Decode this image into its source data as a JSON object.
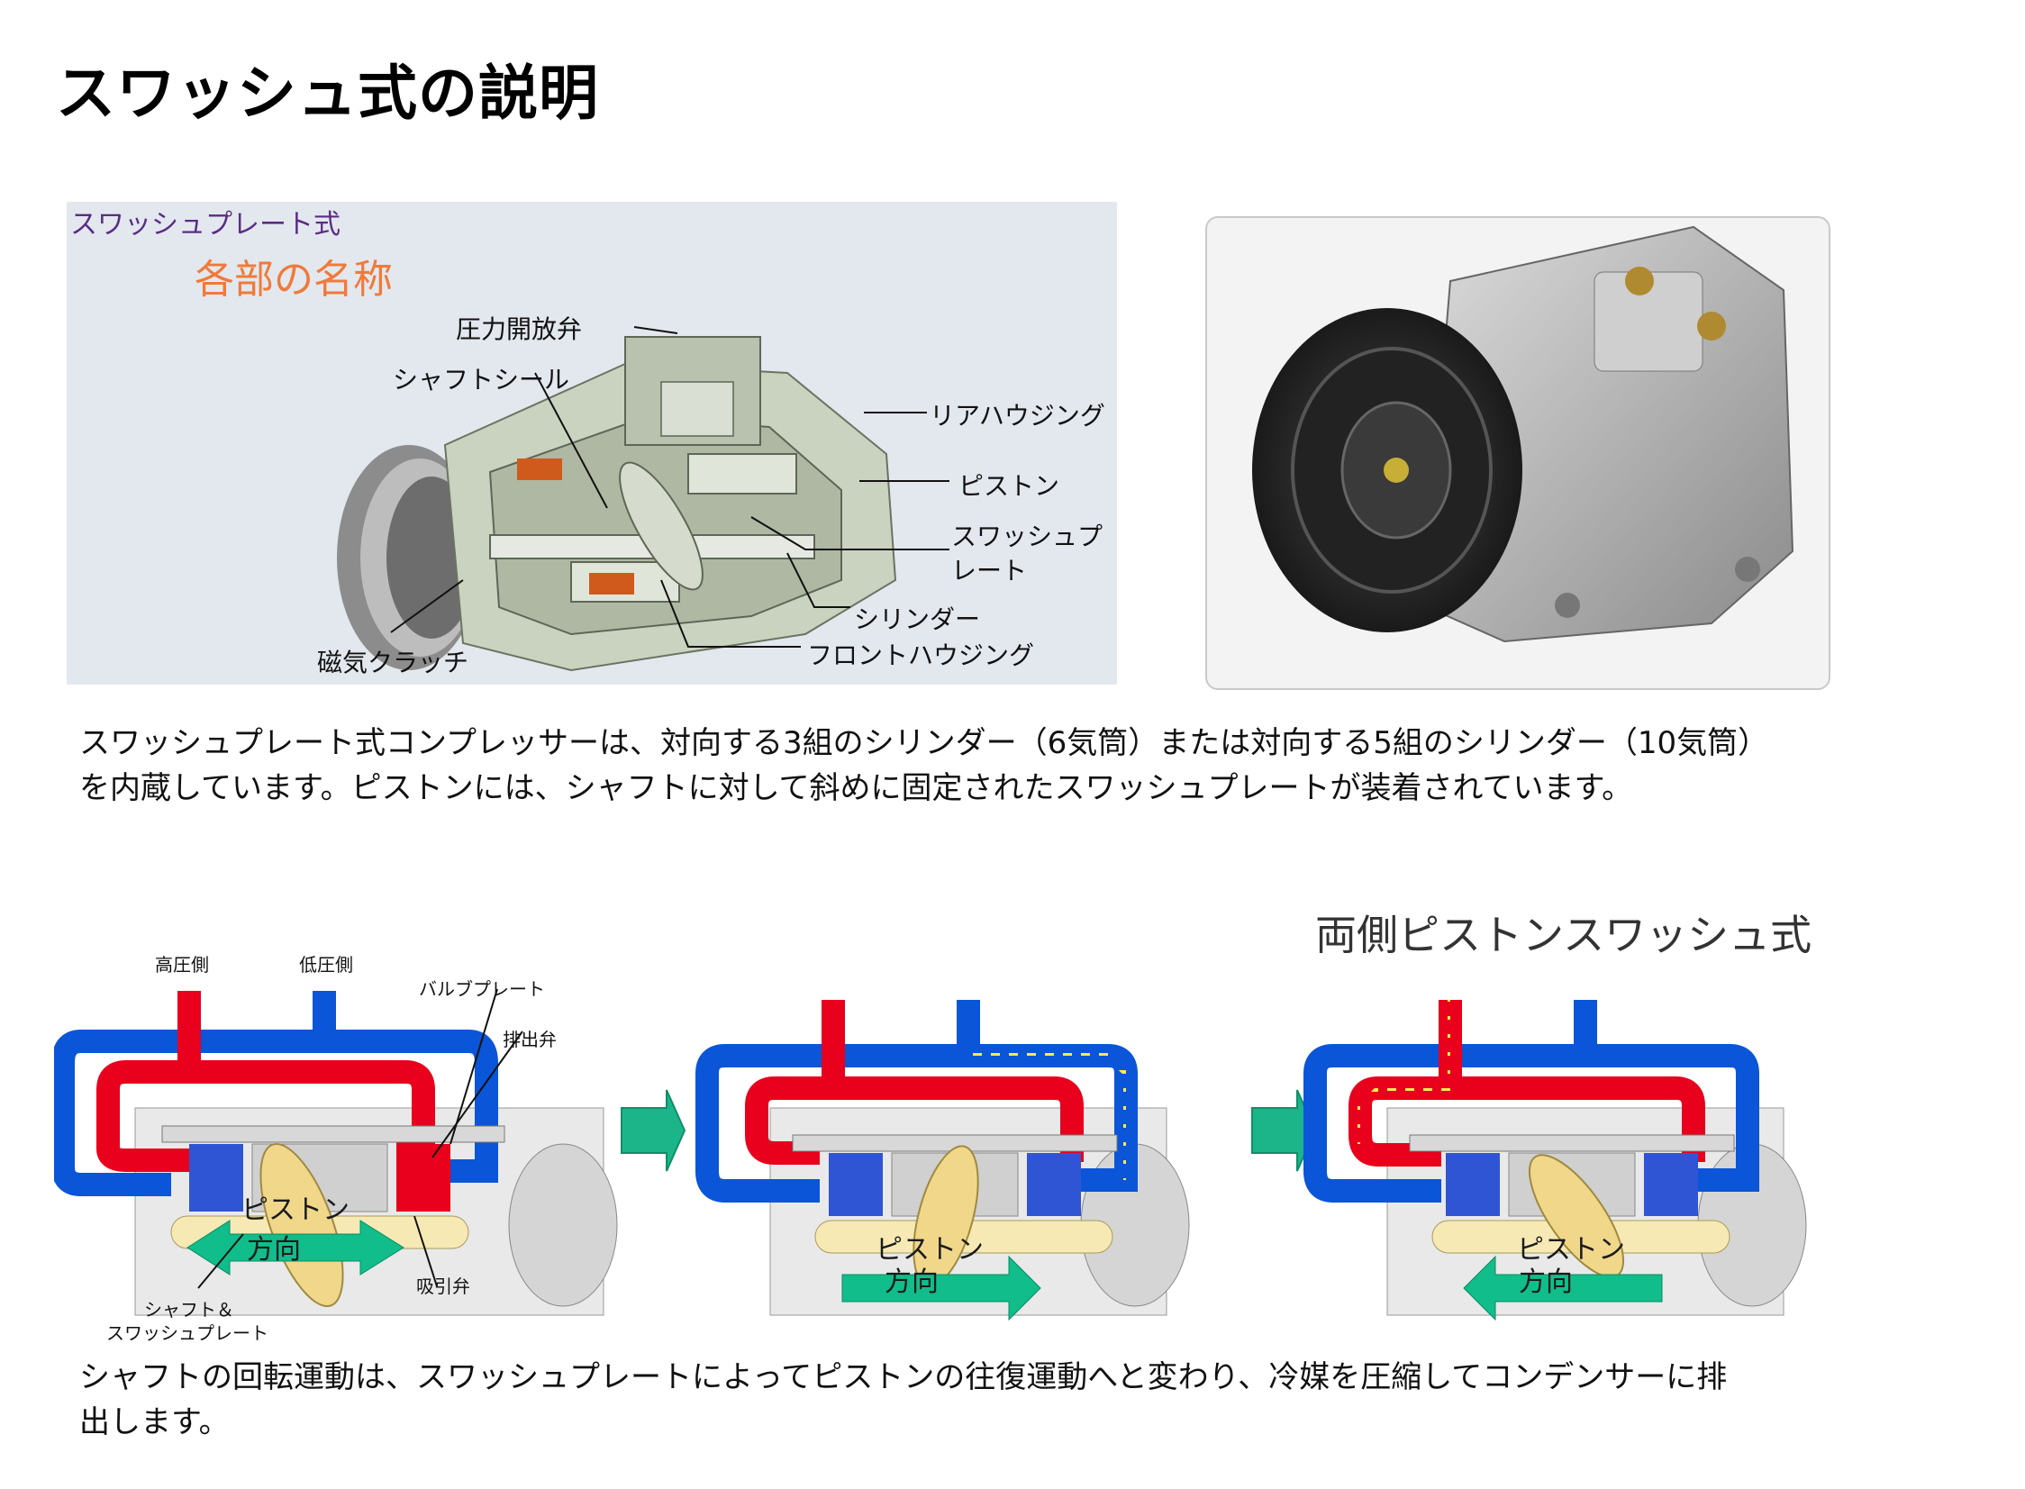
{
  "title": "スワッシュ式の説明",
  "cutaway": {
    "heading": "スワッシュプレート式",
    "subheading": "各部の名称",
    "labels": {
      "pressure_relief_valve": "圧力開放弁",
      "shaft_seal": "シャフトシール",
      "rear_housing": "リアハウジング",
      "piston": "ピストン",
      "swash_plate_line1": "スワッシュプ",
      "swash_plate_line2": "レート",
      "cylinder": "シリンダー",
      "front_housing": "フロントハウジング",
      "magnetic_clutch": "磁気クラッチ"
    }
  },
  "paragraph1": {
    "line1": "スワッシュプレート式コンプレッサーは、対向する3組のシリンダー（6気筒）または対向する5組のシリンダー（10気筒）",
    "line2": "を内蔵しています。ピストンには、シャフトに対して斜めに固定されたスワッシュプレートが装着されています。"
  },
  "diagram": {
    "title": "両側ピストンスワッシュ式",
    "labels": {
      "high_pressure_side": "高圧側",
      "low_pressure_side": "低圧側",
      "valve_plate": "バルブプレート",
      "discharge_valve": "排出弁",
      "suction_valve": "吸引弁",
      "shaft_swashplate_line1": "シャフト＆",
      "shaft_swashplate_line2": "スワッシュプレート"
    },
    "stages": [
      {
        "piston_label": "ピストン",
        "direction_label": "方向",
        "direction": "both"
      },
      {
        "piston_label": "ピストン",
        "direction_label": "方向",
        "direction": "right"
      },
      {
        "piston_label": "ピストン",
        "direction_label": "方向",
        "direction": "left"
      }
    ],
    "colors": {
      "high": "#e8001c",
      "low": "#0a55d8",
      "arrow": "#11bd8a",
      "transition_arrow": "#1cb589"
    }
  },
  "paragraph2": {
    "line1": "シャフトの回転運動は、スワッシュプレートによってピストンの往復運動へと変わり、冷媒を圧縮してコンデンサーに排",
    "line2": "出します。"
  }
}
